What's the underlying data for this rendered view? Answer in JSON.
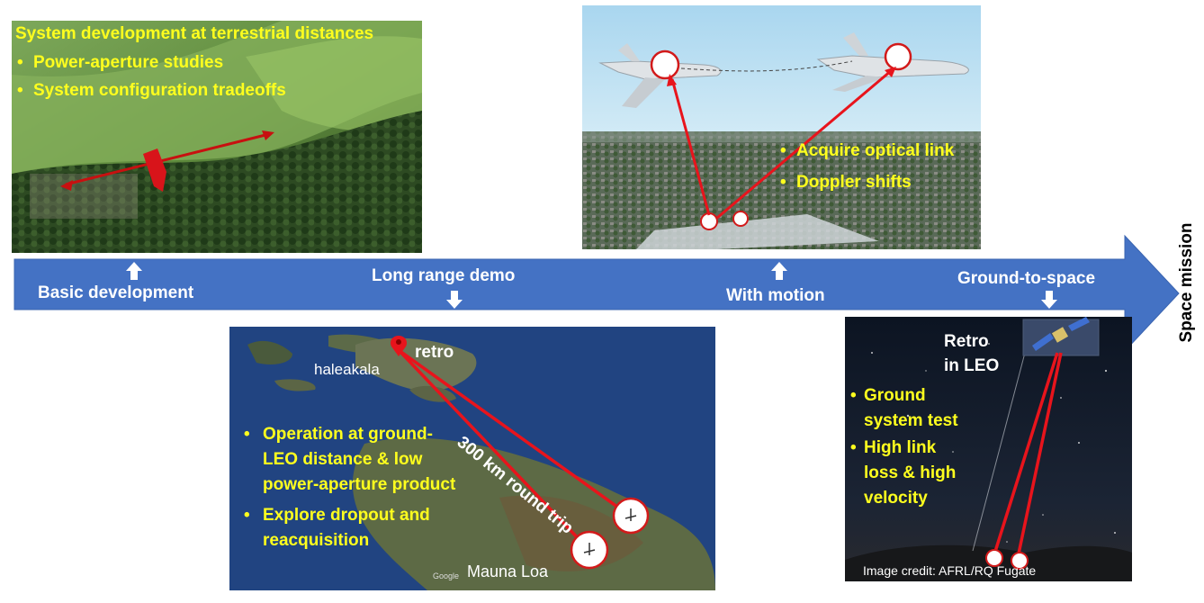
{
  "timeline": {
    "labels": {
      "basic": "Basic development",
      "long_range": "Long range demo",
      "motion": "With motion",
      "ground_to_space": "Ground-to-space",
      "space_mission": "Space mission"
    }
  },
  "panel_terrestrial": {
    "title": "System development  at terrestrial distances",
    "bullets": [
      "Power-aperture studies",
      "System configuration tradeoffs"
    ]
  },
  "panel_aircraft": {
    "bullets": [
      "Acquire optical link",
      "Doppler shifts"
    ]
  },
  "panel_hawaii": {
    "retro": "retro",
    "haleakala": "haleakala",
    "distance": "300 km round trip",
    "mauna_loa": "Mauna Loa",
    "google": "Google",
    "bullets": [
      [
        "Operation at ground-",
        "LEO distance & low",
        "power-aperture product"
      ],
      [
        "Explore dropout and",
        "reacquisition"
      ]
    ]
  },
  "panel_space": {
    "retro_line1": "Retro",
    "retro_line2": "in LEO",
    "bullets": [
      [
        "Ground",
        "system test"
      ],
      [
        "High link",
        "loss & high",
        "velocity"
      ]
    ],
    "credit": "Image credit: AFRL/RQ Fugate"
  },
  "colors": {
    "arrow": "#4472c4",
    "highlight_text": "#ffff1e",
    "link_line": "#e8141c"
  }
}
